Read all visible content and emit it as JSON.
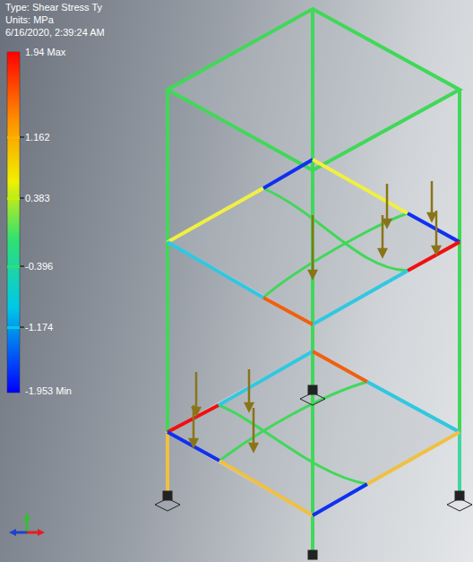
{
  "diagram": {
    "labels": [
      "Type: Shear Stress Ty",
      "Units: MPa",
      "6/16/2020, 2:39:24 AM"
    ],
    "legend": [
      {
        "text": "1.94 Max",
        "color": "#ff0000"
      },
      {
        "text": "1.162",
        "color": "#ffb000"
      },
      {
        "text": "0.383",
        "color": "#c8f000"
      },
      {
        "text": "-0.396",
        "color": "#30e070"
      },
      {
        "text": "-1.174",
        "color": "#00c8e8"
      },
      {
        "text": "-1.953 Min",
        "color": "#0000ff"
      }
    ]
  }
}
